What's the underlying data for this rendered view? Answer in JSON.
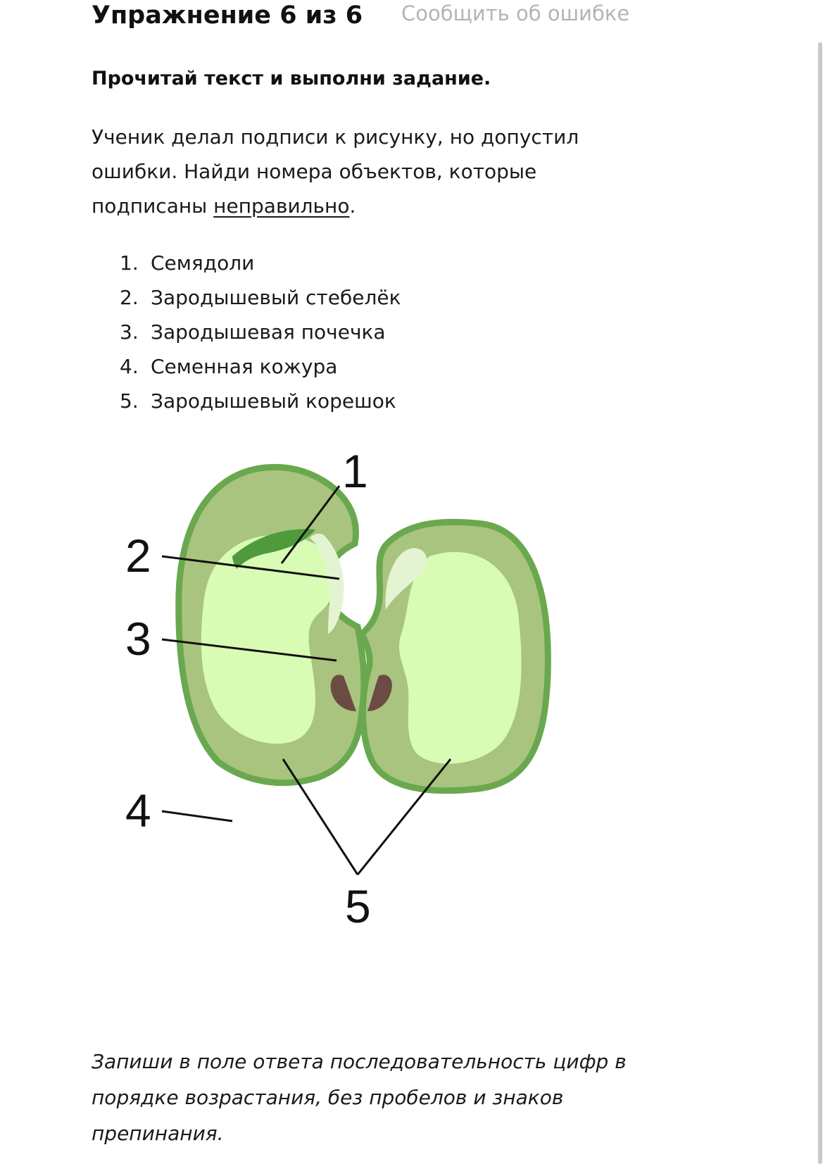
{
  "header": {
    "exercise_title": "Упражнение 6 из 6",
    "report_link": "Сообщить об ошибке"
  },
  "instruction": "Прочитай текст и выполни задание.",
  "task": {
    "text_line1": "Ученик делал подписи к рисунку, но допустил",
    "text_line2": "ошибки. Найди номера объектов, которые",
    "text_line3_prefix": "подписаны ",
    "text_line3_underlined": "неправильно",
    "text_line3_suffix": "."
  },
  "items": [
    {
      "num": "1.",
      "label": "Семядоли"
    },
    {
      "num": "2.",
      "label": "Зародышевый стебелёк"
    },
    {
      "num": "3.",
      "label": "Зародышевая почечка"
    },
    {
      "num": "4.",
      "label": "Семенная кожура"
    },
    {
      "num": "5.",
      "label": "Зародышевый корешок"
    }
  ],
  "figure": {
    "labels": [
      "1",
      "2",
      "3",
      "4",
      "5"
    ],
    "colors": {
      "seed_coat": "#6aa84f",
      "cotyledon_outer": "#a9c47f",
      "cotyledon_inner": "#d9fcb5",
      "leaf": "#4f9a3c",
      "highlight": "#e4f4d3",
      "hilum": "#6b4b43"
    }
  },
  "answer_hint": {
    "line1": "Запиши в поле ответа последовательность цифр в",
    "line2": "порядке возрастания, без пробелов и знаков",
    "line3": "препинания."
  }
}
